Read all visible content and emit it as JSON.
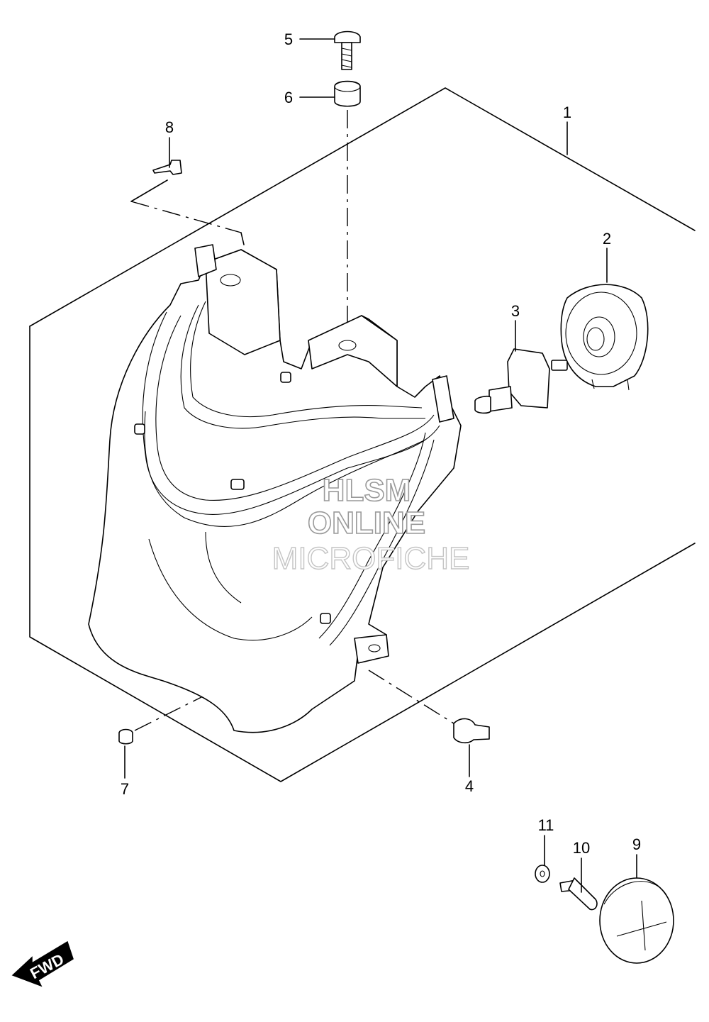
{
  "diagram": {
    "callouts": [
      {
        "id": "c1",
        "label": "1"
      },
      {
        "id": "c2",
        "label": "2"
      },
      {
        "id": "c3",
        "label": "3"
      },
      {
        "id": "c4",
        "label": "4"
      },
      {
        "id": "c5",
        "label": "5"
      },
      {
        "id": "c6",
        "label": "6"
      },
      {
        "id": "c7",
        "label": "7"
      },
      {
        "id": "c8",
        "label": "8"
      },
      {
        "id": "c9",
        "label": "9"
      },
      {
        "id": "c10",
        "label": "10"
      },
      {
        "id": "c11",
        "label": "11"
      }
    ],
    "fwd_label": "FWD"
  },
  "watermark": {
    "line1": "HLSM",
    "line2": "ONLINE",
    "line3": "MICROFICHE"
  }
}
